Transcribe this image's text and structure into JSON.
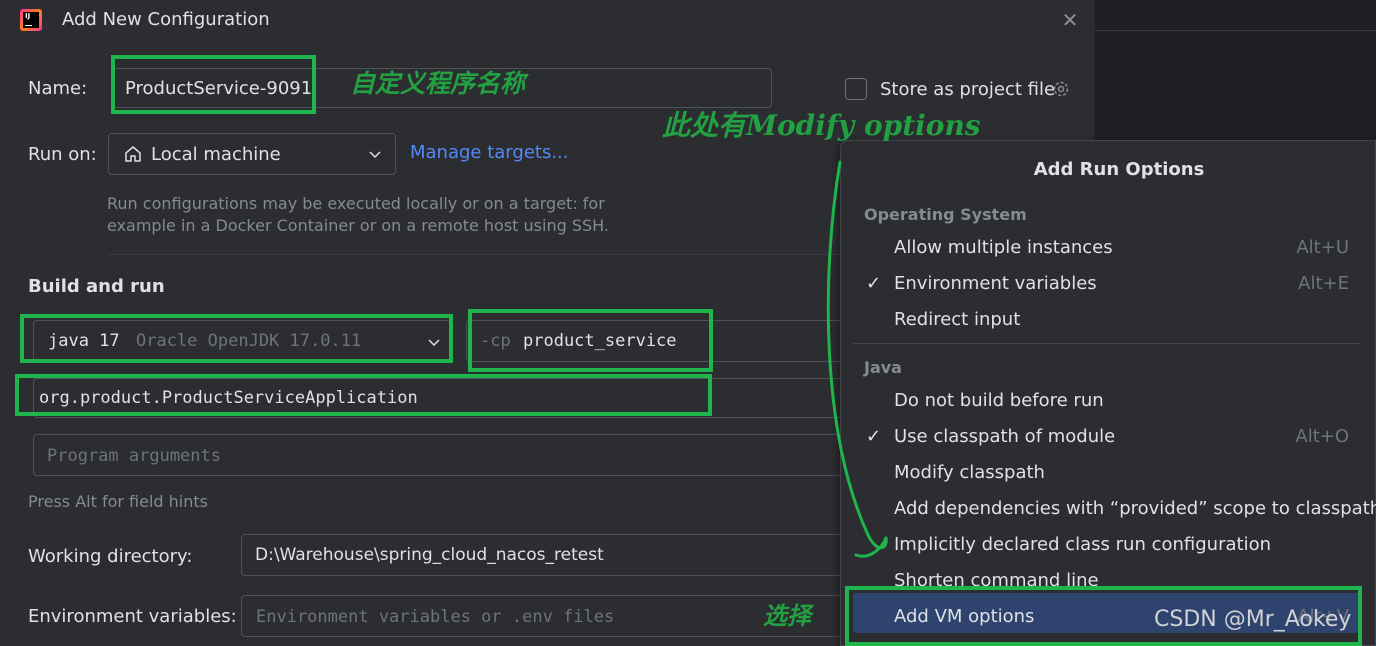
{
  "window": {
    "title": "Add New Configuration"
  },
  "form": {
    "name_label": "Name:",
    "name_value": "ProductService-9091",
    "store_label": "Store as project file",
    "run_on_label": "Run on:",
    "run_on_value": "Local machine",
    "manage_targets": "Manage targets...",
    "run_on_hint_1": "Run configurations may be executed locally or on a target: for",
    "run_on_hint_2": "example in a Docker Container or on a remote host using SSH.",
    "build_run_title": "Build and run",
    "jdk_main": "java 17",
    "jdk_detail": "Oracle OpenJDK 17.0.11",
    "cp_prefix": "-cp",
    "cp_value": "product_service",
    "main_class": "org.product.ProductServiceApplication",
    "program_args_placeholder": "Program arguments",
    "field_hint": "Press Alt for field hints",
    "working_dir_label": "Working directory:",
    "working_dir_value": "D:\\Warehouse\\spring_cloud_nacos_retest",
    "env_label": "Environment variables:",
    "env_placeholder": "Environment variables or .env files"
  },
  "annotations": {
    "custom_name": "自定义程序名称",
    "modify_options": "此处有Modify options",
    "select": "选择"
  },
  "popup": {
    "title": "Add Run Options",
    "groups": {
      "os": "Operating System",
      "java": "Java"
    },
    "os_items": [
      {
        "label": "Allow multiple instances",
        "checked": false,
        "shortcut": "Alt+U"
      },
      {
        "label": "Environment variables",
        "checked": true,
        "shortcut": "Alt+E"
      },
      {
        "label": "Redirect input",
        "checked": false,
        "shortcut": ""
      }
    ],
    "java_items": [
      {
        "label": "Do not build before run",
        "checked": false,
        "shortcut": ""
      },
      {
        "label": "Use classpath of module",
        "checked": true,
        "shortcut": "Alt+O"
      },
      {
        "label": "Modify classpath",
        "checked": false,
        "shortcut": ""
      },
      {
        "label": "Add dependencies with “provided” scope to classpath",
        "checked": false,
        "shortcut": ""
      },
      {
        "label": "Implicitly declared class run configuration",
        "checked": false,
        "shortcut": ""
      },
      {
        "label": "Shorten command line",
        "checked": false,
        "shortcut": ""
      },
      {
        "label": "Add VM options",
        "checked": false,
        "shortcut": "Alt+V"
      }
    ]
  },
  "watermark": "CSDN @Mr_Aokey",
  "colors": {
    "dialog_bg": "#2b2d30",
    "annotation_green": "#1fb54c",
    "link": "#548af7",
    "selection": "#2e436e"
  }
}
